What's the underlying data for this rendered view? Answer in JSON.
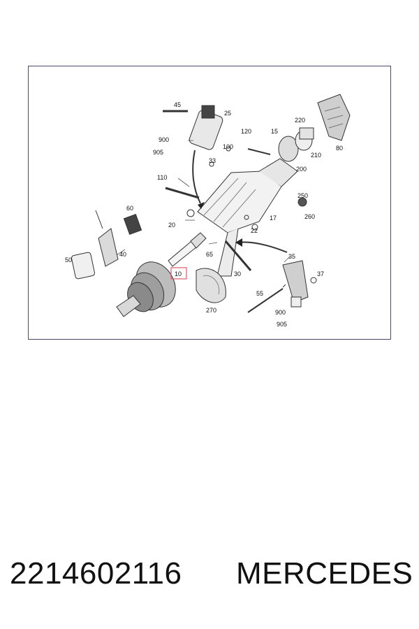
{
  "diagram": {
    "callouts": [
      {
        "id": "45",
        "text": "45"
      },
      {
        "id": "25",
        "text": "25"
      },
      {
        "id": "220",
        "text": "220"
      },
      {
        "id": "120",
        "text": "120"
      },
      {
        "id": "15",
        "text": "15"
      },
      {
        "id": "80",
        "text": "80"
      },
      {
        "id": "900a",
        "text": "900"
      },
      {
        "id": "905a",
        "text": "905"
      },
      {
        "id": "100",
        "text": "100"
      },
      {
        "id": "210",
        "text": "210"
      },
      {
        "id": "33",
        "text": "33"
      },
      {
        "id": "200",
        "text": "200"
      },
      {
        "id": "110",
        "text": "110"
      },
      {
        "id": "250",
        "text": "250"
      },
      {
        "id": "60",
        "text": "60"
      },
      {
        "id": "260",
        "text": "260"
      },
      {
        "id": "20",
        "text": "20"
      },
      {
        "id": "17",
        "text": "17"
      },
      {
        "id": "22",
        "text": "22"
      },
      {
        "id": "40",
        "text": "40"
      },
      {
        "id": "65",
        "text": "65"
      },
      {
        "id": "35",
        "text": "35"
      },
      {
        "id": "50",
        "text": "50"
      },
      {
        "id": "37",
        "text": "37"
      },
      {
        "id": "10",
        "text": "10",
        "highlight": true
      },
      {
        "id": "30",
        "text": "30"
      },
      {
        "id": "55",
        "text": "55"
      },
      {
        "id": "270",
        "text": "270"
      },
      {
        "id": "900b",
        "text": "900"
      },
      {
        "id": "905b",
        "text": "905"
      }
    ],
    "colors": {
      "line": "#333333",
      "highlight": "#e05a6a",
      "frame": "#4a4a66"
    }
  },
  "caption": {
    "part_number": "2214602116",
    "brand": "MERCEDES"
  }
}
